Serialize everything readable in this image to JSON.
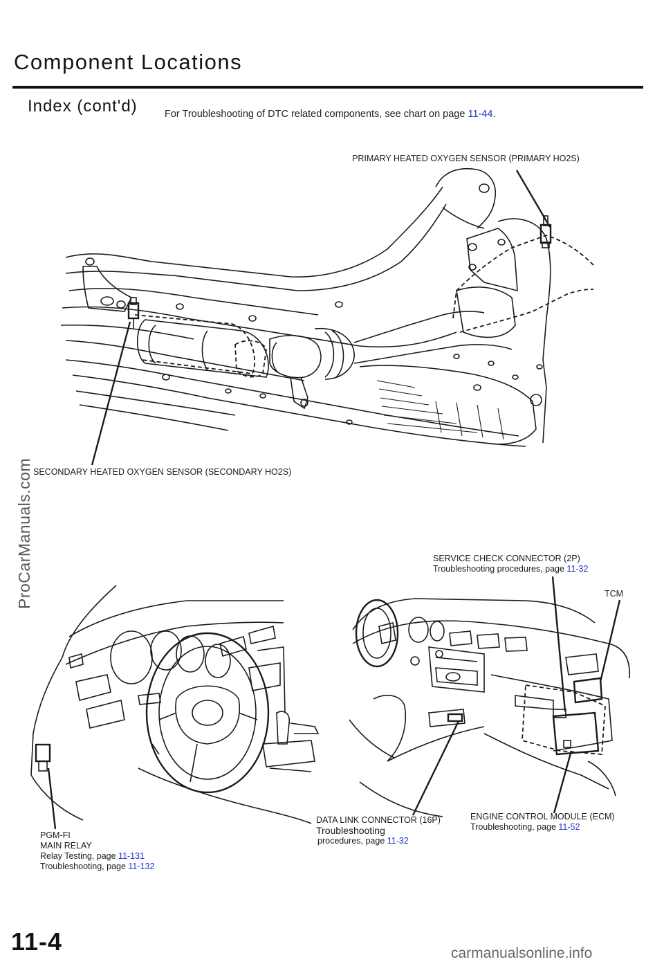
{
  "header": {
    "title": "Component Locations",
    "subtitle": "Index (cont'd)",
    "intro_text": "For Troubleshooting of DTC related components, see chart on page ",
    "intro_link": "11-44",
    "intro_end": "."
  },
  "labels": {
    "primary_ho2s": "PRIMARY HEATED OXYGEN SENSOR (PRIMARY HO2S)",
    "secondary_ho2s": "SECONDARY HEATED OXYGEN SENSOR (SECONDARY HO2S)",
    "service_check": {
      "name": "SERVICE CHECK CONNECTOR (2P)",
      "ref_text": "Troubleshooting procedures, page ",
      "ref_link": "11-32"
    },
    "tcm": "TCM",
    "pgm_fi": {
      "line1": "PGM-FI",
      "line2": "MAIN RELAY",
      "ref1_text": "Relay Testing, page ",
      "ref1_link": "11-131",
      "ref2_text": "Troubleshooting, page ",
      "ref2_link": "11-132"
    },
    "dlc": {
      "name": "DATA LINK CONNECTOR (16P)",
      "line2": "Troubleshooting",
      "ref_text": "procedures, page ",
      "ref_link": "11-32"
    },
    "ecm": {
      "name": "ENGINE CONTROL MODULE (ECM)",
      "ref_text": "Troubleshooting, page ",
      "ref_link": "11-52"
    }
  },
  "footer": {
    "page_number": "11-4",
    "watermark_side": "ProCarManuals.com",
    "watermark_bottom": "carmanualsonline.info"
  }
}
